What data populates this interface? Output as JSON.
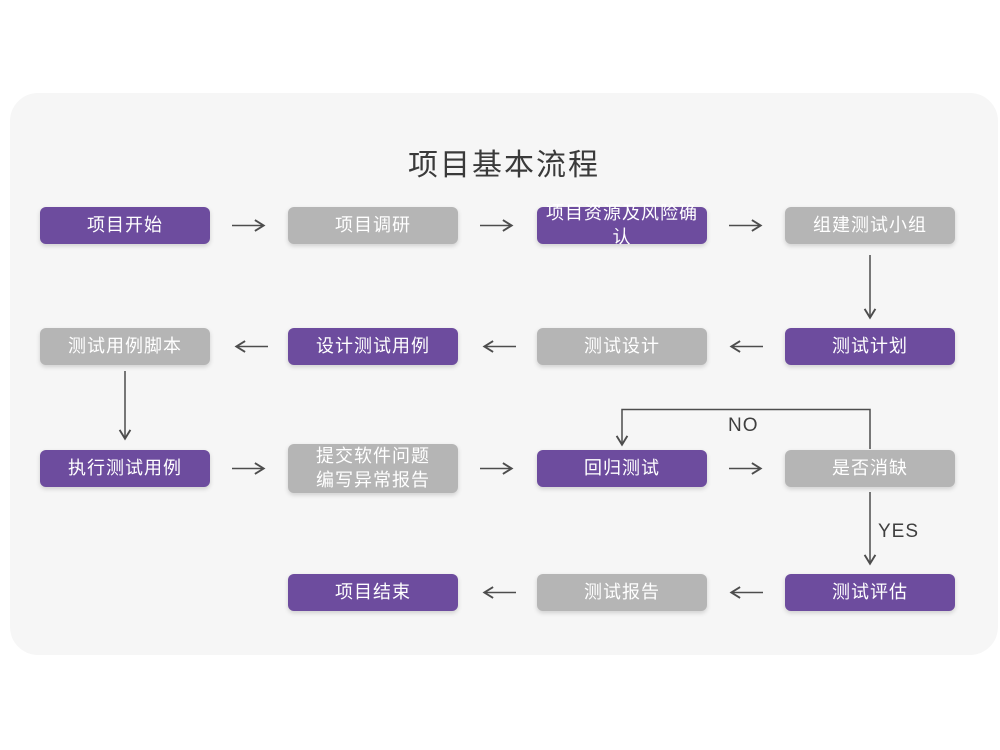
{
  "title": "项目基本流程",
  "colors": {
    "node_purple": "#6D4C9E",
    "node_gray": "#B5B5B5",
    "node_text": "#FFFFFF",
    "arrow": "#4D4D4D",
    "label_text": "#3F3F3F",
    "card_background": "#F6F6F6",
    "page_background": "#FFFFFF",
    "title_text": "#3A3A3A"
  },
  "nodes": [
    {
      "label": "项目开始",
      "variant": "purple"
    },
    {
      "label": "项目调研",
      "variant": "gray"
    },
    {
      "label": "项目资源及风险确认",
      "variant": "purple"
    },
    {
      "label": "组建测试小组",
      "variant": "gray"
    },
    {
      "label": "测试计划",
      "variant": "purple"
    },
    {
      "label": "测试设计",
      "variant": "gray"
    },
    {
      "label": "设计测试用例",
      "variant": "purple"
    },
    {
      "label": "测试用例脚本",
      "variant": "gray"
    },
    {
      "label": "执行测试用例",
      "variant": "purple"
    },
    {
      "label": "提交软件问题\n编写异常报告",
      "variant": "gray"
    },
    {
      "label": "回归测试",
      "variant": "purple"
    },
    {
      "label": "是否消缺",
      "variant": "gray"
    },
    {
      "label": "测试评估",
      "variant": "purple"
    },
    {
      "label": "测试报告",
      "variant": "gray"
    },
    {
      "label": "项目结束",
      "variant": "purple"
    }
  ],
  "edge_labels": {
    "no": "NO",
    "yes": "YES"
  },
  "edges": [
    {
      "from": "项目开始",
      "to": "项目调研"
    },
    {
      "from": "项目调研",
      "to": "项目资源及风险确认"
    },
    {
      "from": "项目资源及风险确认",
      "to": "组建测试小组"
    },
    {
      "from": "组建测试小组",
      "to": "测试计划"
    },
    {
      "from": "测试计划",
      "to": "测试设计"
    },
    {
      "from": "测试设计",
      "to": "设计测试用例"
    },
    {
      "from": "设计测试用例",
      "to": "测试用例脚本"
    },
    {
      "from": "测试用例脚本",
      "to": "执行测试用例"
    },
    {
      "from": "执行测试用例",
      "to": "提交软件问题 编写异常报告"
    },
    {
      "from": "提交软件问题 编写异常报告",
      "to": "回归测试"
    },
    {
      "from": "回归测试",
      "to": "是否消缺"
    },
    {
      "from": "是否消缺",
      "to": "回归测试",
      "label": "NO"
    },
    {
      "from": "是否消缺",
      "to": "测试评估",
      "label": "YES"
    },
    {
      "from": "测试评估",
      "to": "测试报告"
    },
    {
      "from": "测试报告",
      "to": "项目结束"
    }
  ]
}
